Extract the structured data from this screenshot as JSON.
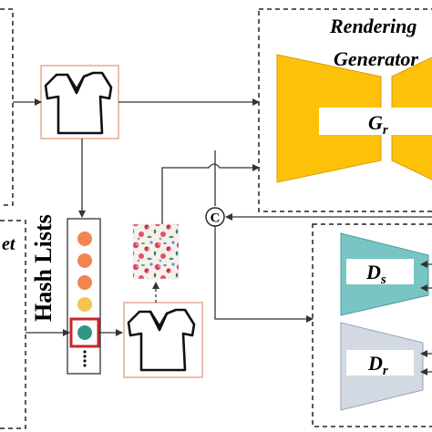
{
  "renderer": {
    "title_line1": "Rendering",
    "title_line2": "Generator",
    "generator_symbol": "G",
    "generator_sub": "r"
  },
  "hash": {
    "title": "Hash Lists",
    "dots": "•\n•\n•\n•\n•"
  },
  "left_panel_fragment": "et",
  "concat_symbol": "C",
  "discriminators": {
    "ds_symbol": "D",
    "ds_sub": "s",
    "dr_symbol": "D",
    "dr_sub": "r"
  },
  "colors": {
    "generator_fill": "#fec10a",
    "ds_fill": "#79c5c5",
    "dr_fill": "#d2d9e3",
    "hash_dot_orange": "#f08650",
    "hash_dot_yellow": "#f7c34c",
    "hash_dot_teal": "#2f9587",
    "selection_box": "#c8262c",
    "sketch_frame": "#e8a88f"
  },
  "icons": {
    "sketch": "shirt-sketch-icon",
    "texture": "floral-texture-image",
    "concat": "concat-circle-icon"
  }
}
